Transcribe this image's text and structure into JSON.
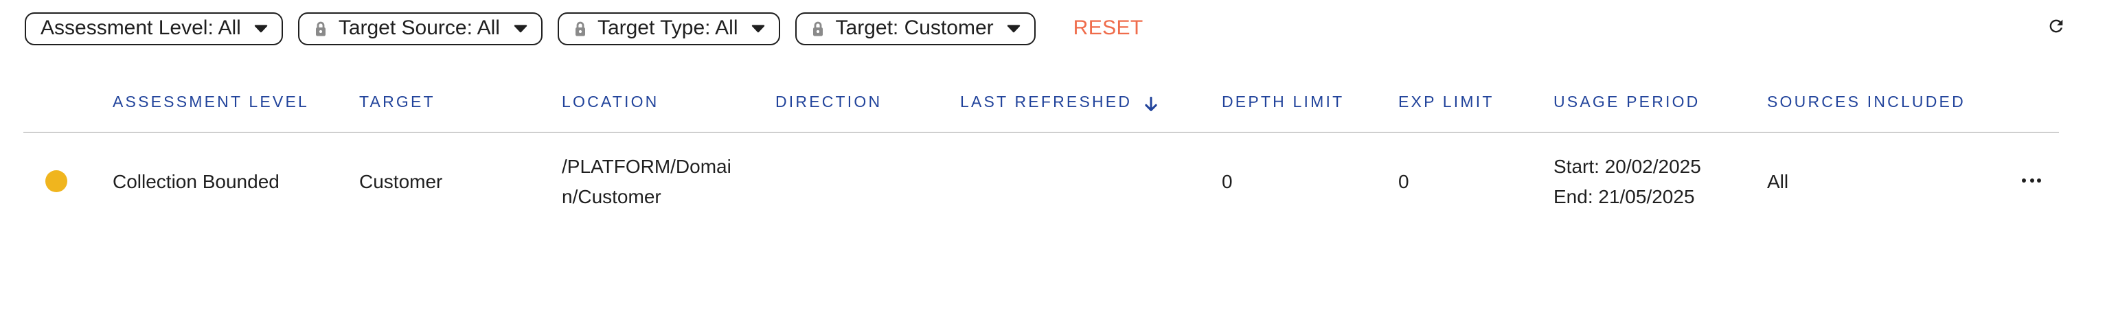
{
  "filters": {
    "chips": [
      {
        "label": "Assessment Level: All",
        "locked": false
      },
      {
        "label": "Target Source: All",
        "locked": true
      },
      {
        "label": "Target Type: All",
        "locked": true
      },
      {
        "label": "Target: Customer",
        "locked": true
      }
    ],
    "reset_label": "RESET"
  },
  "toolbar": {
    "refresh_icon": "refresh"
  },
  "table": {
    "columns": [
      {
        "label": "ASSESSMENT LEVEL"
      },
      {
        "label": "TARGET"
      },
      {
        "label": "LOCATION"
      },
      {
        "label": "DIRECTION"
      },
      {
        "label": "LAST REFRESHED",
        "sort": "desc"
      },
      {
        "label": "DEPTH LIMIT"
      },
      {
        "label": "EXP LIMIT"
      },
      {
        "label": "USAGE PERIOD"
      },
      {
        "label": "SOURCES INCLUDED"
      }
    ],
    "rows": [
      {
        "status_color": "#F0B51E",
        "assessment_level": "Collection Bounded",
        "target": "Customer",
        "location": "/PLATFORM/Domain/Customer",
        "direction": "",
        "last_refreshed": "",
        "depth_limit": "0",
        "exp_limit": "0",
        "usage_period_start": "Start: 20/02/2025",
        "usage_period_end": "End: 21/05/2025",
        "sources_included": "All",
        "actions_icon": "more-horizontal"
      }
    ]
  },
  "icons": {
    "lock-icon": "🔒",
    "chevron-down-icon": "▾",
    "sort-desc-icon": "↓",
    "refresh-icon": "⟳",
    "more-actions-icon": "⋯",
    "status-dot": "●"
  },
  "colors": {
    "header-blue": "#21439B",
    "reset-orange": "#EF6C4B",
    "status-yellow": "#F0B51E",
    "chip-border": "#1F1F1F",
    "text-dark": "#1F1F1F",
    "lock-gray": "#8A8A8A",
    "divider-gray": "#CFCFCF"
  }
}
